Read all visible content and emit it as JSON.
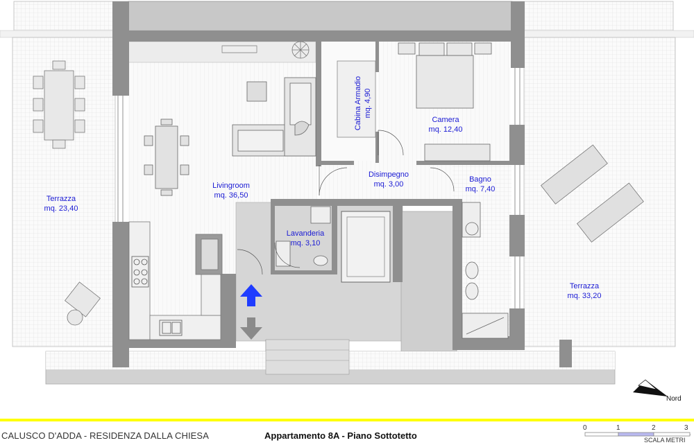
{
  "rooms": {
    "terrazza_west": {
      "name": "Terrazza",
      "area": "mq. 23,40"
    },
    "livingroom": {
      "name": "Livingroom",
      "area": "mq. 36,50"
    },
    "cabina": {
      "name": "Cabina Armadio",
      "area": "mq. 4,90"
    },
    "camera": {
      "name": "Camera",
      "area": "mq. 12,40"
    },
    "disimpegno": {
      "name": "Disimpegno",
      "area": "mq. 3,00"
    },
    "bagno": {
      "name": "Bagno",
      "area": "mq. 7,40"
    },
    "lavanderia": {
      "name": "Lavanderia",
      "area": "mq. 3,10"
    },
    "terrazza_east": {
      "name": "Terrazza",
      "area": "mq. 33,20"
    }
  },
  "footer": {
    "project": "CALUSCO D'ADDA - RESIDENZA DALLA CHIESA",
    "title": "Appartamento 8A - Piano Sottotetto"
  },
  "scale": {
    "ticks": [
      "0",
      "1",
      "2",
      "3"
    ],
    "label": "SCALA METRI"
  },
  "north": {
    "label": "Nord"
  },
  "colors": {
    "wall": "#8f8f8f",
    "floor_living": "#f7f7f7",
    "grid_tile": "#e6e6e6",
    "text_blue": "#1a1ad4",
    "arrow_up": "#1f3cff",
    "arrow_down": "#8a8a8a",
    "footer_line": "#ffff00"
  }
}
